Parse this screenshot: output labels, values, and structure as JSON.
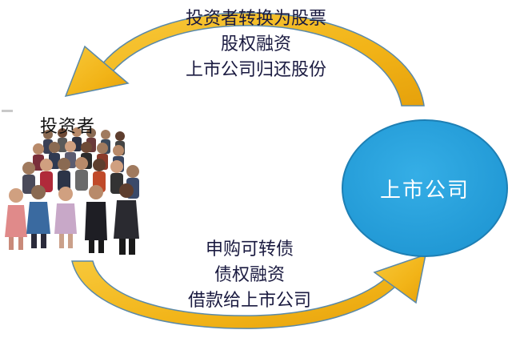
{
  "top_flow": {
    "lines": [
      "投资者转换为股票",
      "股权融资",
      "上市公司归还股份"
    ]
  },
  "bottom_flow": {
    "lines": [
      "申购可转债",
      "债权融资",
      "借款给上市公司"
    ]
  },
  "investor": {
    "label": "投资者"
  },
  "company": {
    "label": "上市公司"
  },
  "colors": {
    "arrow_fill": "#f2b418",
    "arrow_edge": "#5a89a8",
    "circle_fill": "#2aa0dc",
    "circle_edge": "#1d7fb4",
    "text": "#1a1a40"
  }
}
